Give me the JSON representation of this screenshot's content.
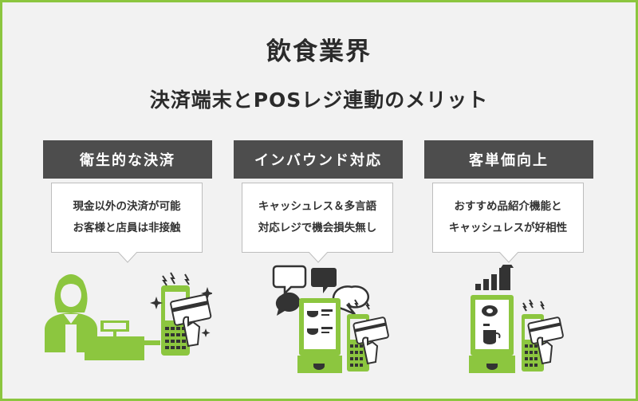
{
  "title": "飲食業界",
  "subtitle": "決済端末とPOSレジ連動のメリット",
  "columns": [
    {
      "header": "衛生的な決済",
      "lines": [
        "現金以外の決済が可能",
        "お客様と店員は非接触"
      ]
    },
    {
      "header": "インバウンド対応",
      "lines": [
        "キャッシュレス＆多言語",
        "対応レジで機会損失無し"
      ]
    },
    {
      "header": "客単価向上",
      "lines": [
        "おすすめ品紹介機能と",
        "キャッシュレスが好相性"
      ]
    }
  ],
  "colors": {
    "accent": "#8cc63f",
    "dark": "#333333",
    "header_bg": "#4d4d4d",
    "background": "#f2f2f2"
  },
  "icons": [
    "cashier-icon",
    "payment-terminal-icon",
    "credit-card-icon",
    "speech-bubble-icon",
    "self-order-kiosk-icon",
    "growth-chart-icon"
  ]
}
